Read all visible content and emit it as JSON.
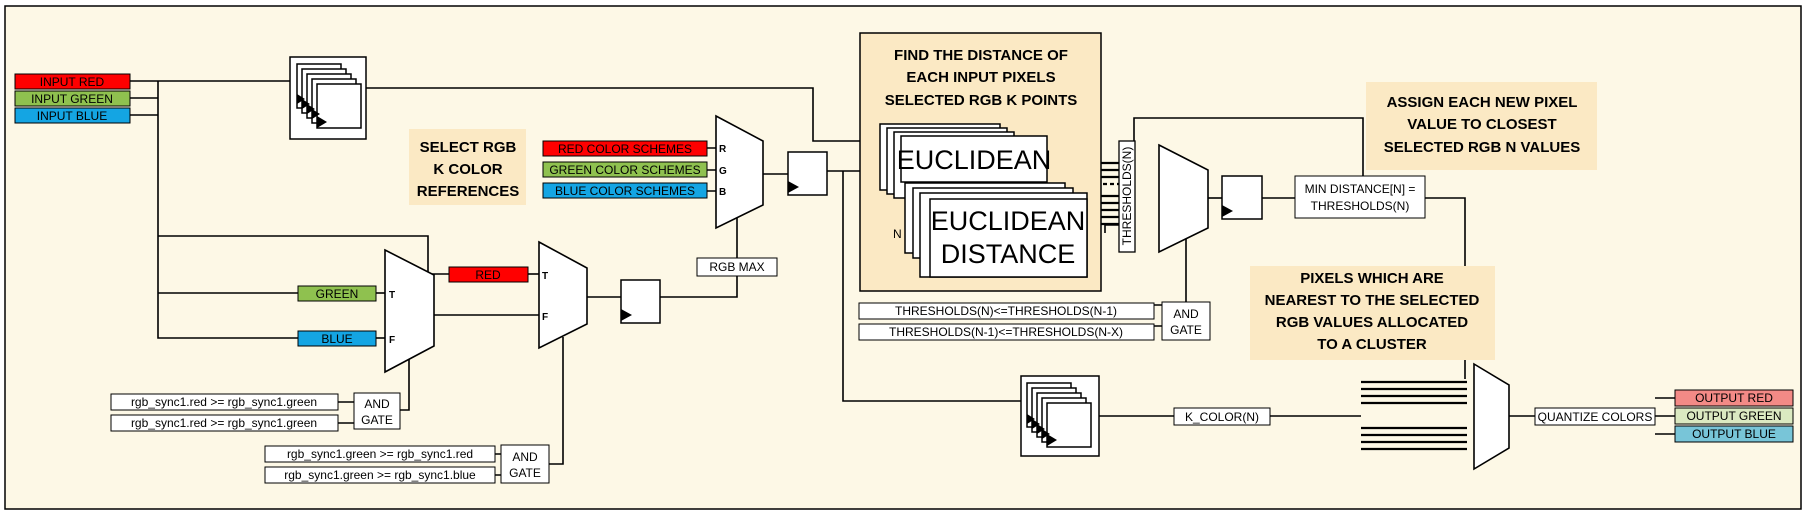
{
  "inputs": {
    "red": "INPUT RED",
    "green": "INPUT GREEN",
    "blue": "INPUT BLUE"
  },
  "color_labels": {
    "green": "GREEN",
    "blue": "BLUE",
    "red": "RED"
  },
  "color_schemes": {
    "red": "RED COLOR SCHEMES",
    "green": "GREEN COLOR SCHEMES",
    "blue": "BLUE COLOR SCHEMES"
  },
  "mux_pins": {
    "r": "R",
    "g": "G",
    "b": "B",
    "t": "T",
    "f": "F"
  },
  "notes": {
    "select_rgb": [
      "SELECT RGB",
      "K COLOR",
      "REFERENCES"
    ],
    "find_distance": [
      "FIND THE DISTANCE OF",
      "EACH INPUT PIXELS",
      "SELECTED RGB K POINTS"
    ],
    "assign_pixel": [
      "ASSIGN EACH NEW PIXEL",
      "VALUE TO CLOSEST",
      "SELECTED RGB N VALUES"
    ],
    "nearest_pixels": [
      "PIXELS WHICH ARE",
      "NEAREST TO THE SELECTED",
      "RGB VALUES ALLOCATED",
      "TO A CLUSTER"
    ]
  },
  "euclidean": {
    "back": "EUCLIDEAN",
    "front_line1": "EUCLIDEAN",
    "front_line2": "DISTANCE",
    "n_label": "N"
  },
  "thresholds_label": "THRESHOLDS(N)",
  "rgb_max": "RGB MAX",
  "min_distance": [
    "MIN DISTANCE[N] =",
    "THRESHOLDS(N)"
  ],
  "k_color": "K_COLOR(N)",
  "quantize": "QUANTIZE COLORS",
  "outputs": {
    "red": "OUTPUT RED",
    "green": "OUTPUT GREEN",
    "blue": "OUTPUT BLUE"
  },
  "conditions": {
    "red_ge_green": "rgb_sync1.red >= rgb_sync1.green",
    "red_ge_green_2": "rgb_sync1.red >= rgb_sync1.green",
    "green_ge_red": "rgb_sync1.green >= rgb_sync1.red",
    "green_ge_blue": "rgb_sync1.green >= rgb_sync1.blue",
    "thr_1": "THRESHOLDS(N)<=THRESHOLDS(N-1)",
    "thr_2": "THRESHOLDS(N-1)<=THRESHOLDS(N-X)"
  },
  "and_gate": [
    "AND",
    "GATE"
  ],
  "colors": {
    "background": "#fdf8e6",
    "note_fill": "#fbe9c4",
    "red": "#ff0000",
    "green": "#8fc14f",
    "blue": "#14a5e3",
    "out_red": "#f38a86",
    "out_green": "#dbe9c1",
    "out_blue": "#78c5d8"
  }
}
